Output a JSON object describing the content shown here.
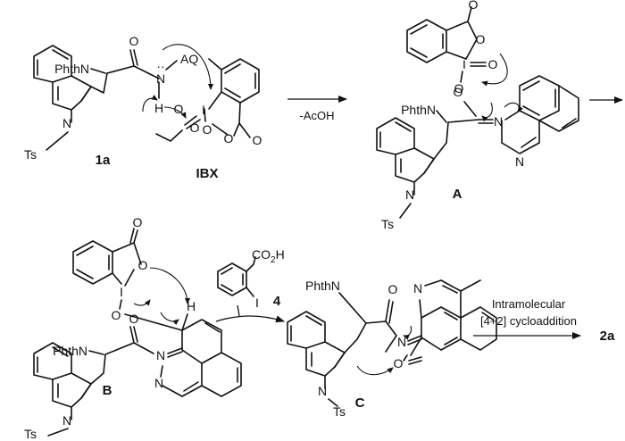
{
  "atoms": {
    "phthn": "PhthN",
    "ts": "Ts",
    "n": "N",
    "o": "O",
    "i": "I",
    "h": "H",
    "aq": "AQ",
    "co2h_a": "CO",
    "co2h_b": "2",
    "co2h_c": "H",
    "iodine_pendant": "I"
  },
  "labels": {
    "c1a": "1a",
    "ibx": "IBX",
    "ia": "A",
    "ib": "B",
    "ic": "C",
    "c4": "4",
    "c2a": "2a"
  },
  "arrow_text": {
    "step1": "-AcOH",
    "step3_line1": "Intramolecular",
    "step3_line2": "[4+2] cycloaddition"
  }
}
